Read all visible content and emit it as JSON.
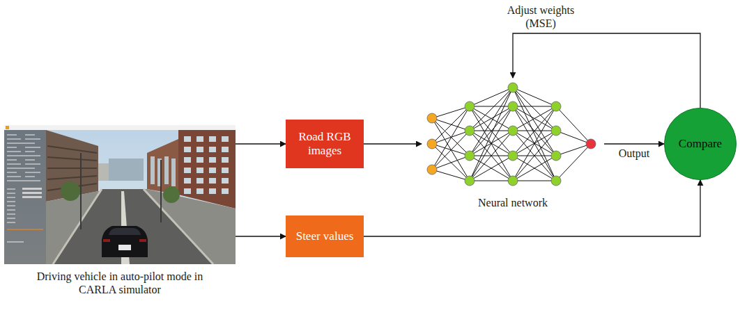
{
  "diagram": {
    "nodes": [
      {
        "text": [
          "Driving vehicle in auto-pilot mode in CARLA simulator"
        ]
      },
      {
        "text": [
          "Road RGB images"
        ]
      },
      {
        "text": [
          "Steer values"
        ]
      },
      {
        "text": [
          "Neural network"
        ]
      },
      {
        "text": [
          "Compare"
        ]
      }
    ],
    "edges": [
      {
        "from": 0,
        "to": 1,
        "arrow": "to"
      },
      {
        "from": 1,
        "to": 3,
        "arrow": "to"
      },
      {
        "from": 3,
        "to": 4,
        "label": "Output",
        "arrow": "to"
      },
      {
        "from": 0,
        "to": 2,
        "arrow": "to"
      },
      {
        "from": 2,
        "to": 4,
        "arrow": "to"
      },
      {
        "from": 4,
        "to": 3,
        "label": "Adjust weights (MSE)",
        "arrow": "to"
      }
    ]
  }
}
